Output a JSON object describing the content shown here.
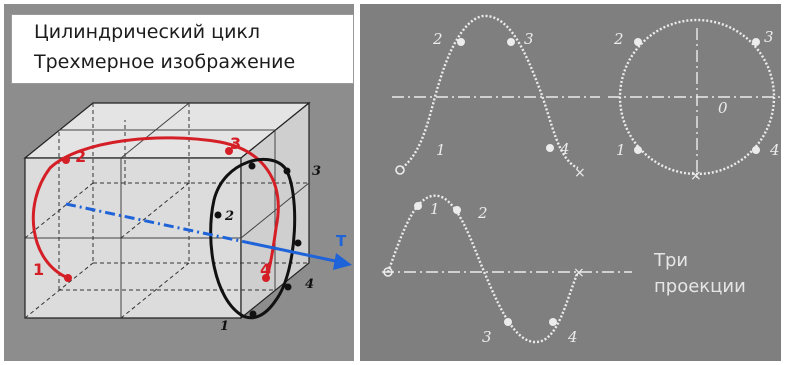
{
  "title_box": {
    "line1": "Цилиндрический цикл",
    "line2": "Трехмерное изображение"
  },
  "cube": {
    "labels": {
      "red_1": "1",
      "red_2": "2",
      "red_3": "3",
      "red_4": "4",
      "axis_T": "T"
    },
    "black_labels": {
      "b3": "3",
      "b2": "2",
      "b4": "4",
      "b1": "1"
    }
  },
  "projections": {
    "top_wave": {
      "p1": "1",
      "p2": "2",
      "p3": "3",
      "p4": "4"
    },
    "circle": {
      "p1": "1",
      "p2": "2",
      "p3": "3",
      "p4": "4",
      "center": "0"
    },
    "bottom_wave": {
      "p1": "1",
      "p2": "2",
      "p3": "3",
      "p4": "4"
    },
    "caption_line1": "Три",
    "caption_line2": "проекции"
  },
  "colors": {
    "left_panel_bg": "#8d8d8d",
    "right_panel_bg": "#7f7f7f",
    "cube_face": "#d9d9d9",
    "red_curve": "#d51f26",
    "black_curve": "#111111",
    "axis_blue": "#1f63d9",
    "chalk": "#ececec"
  }
}
